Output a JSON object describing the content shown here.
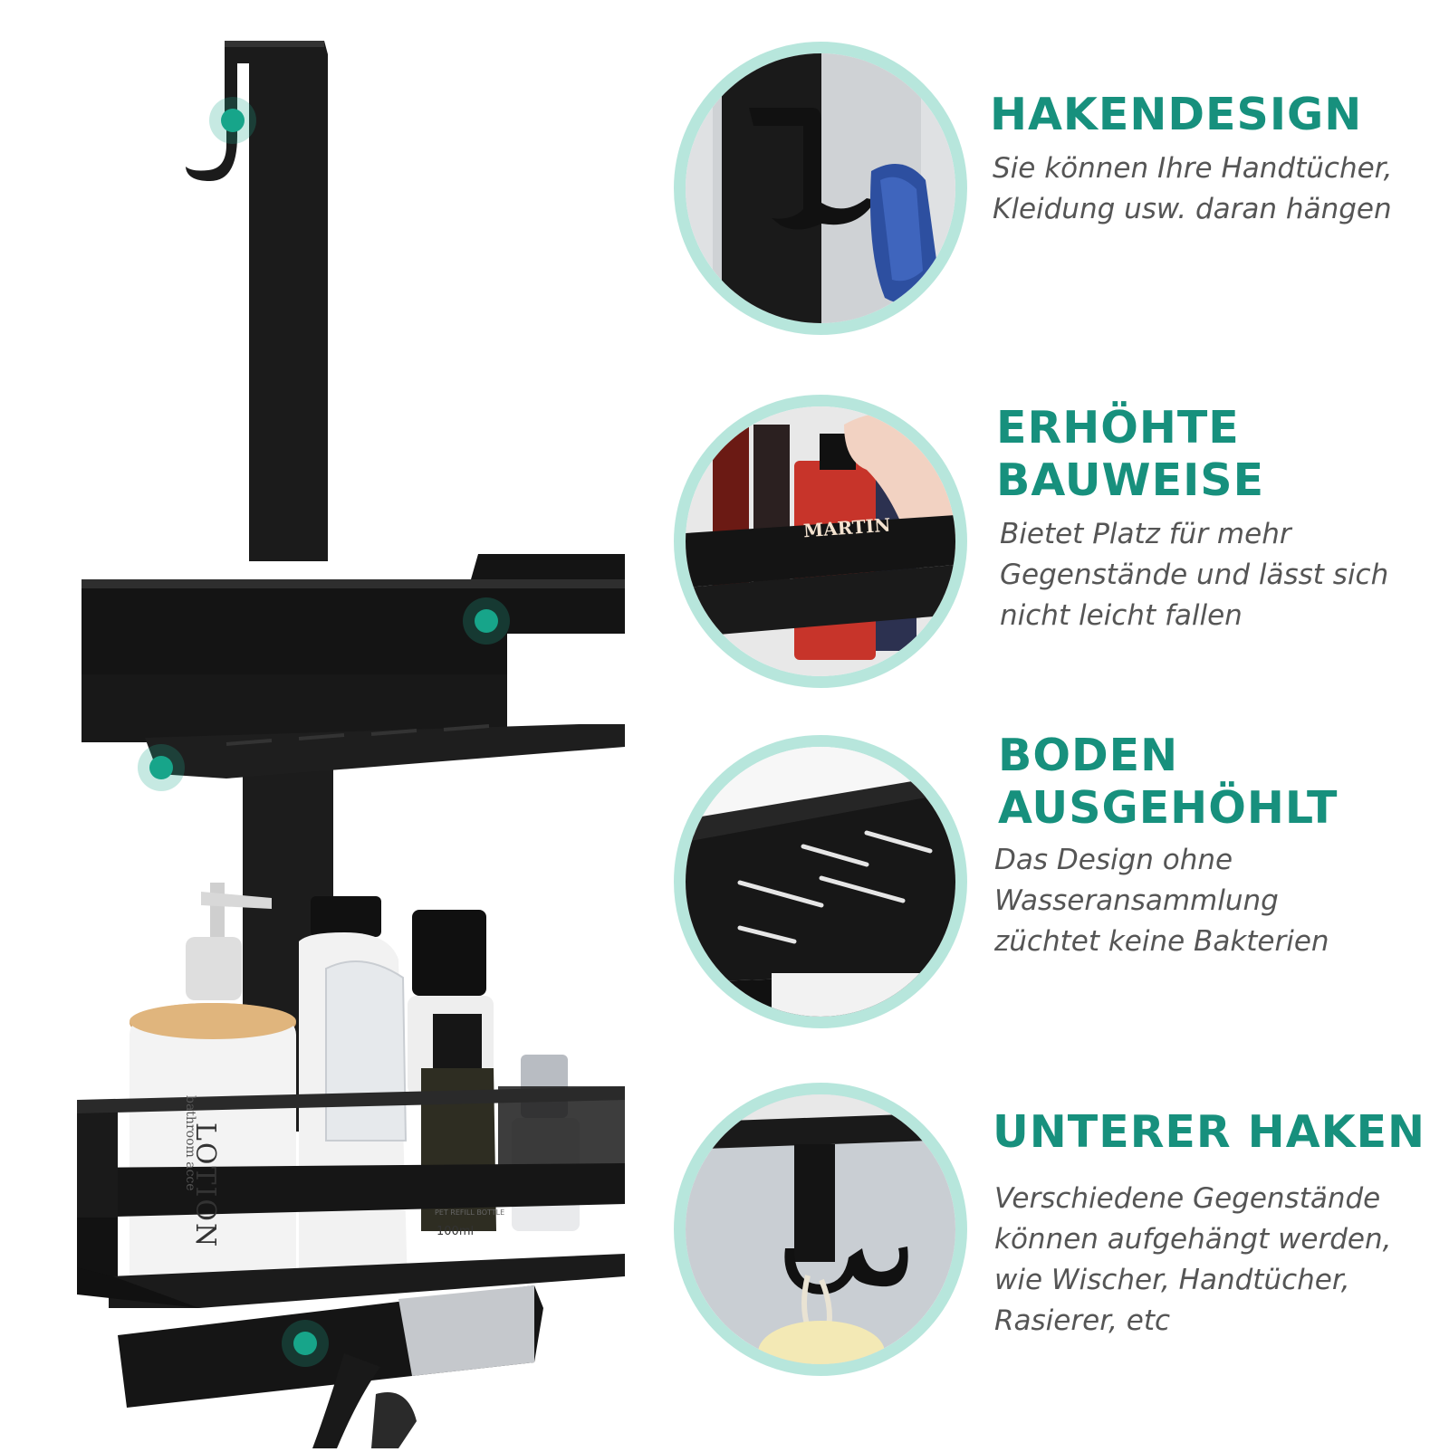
{
  "accent_color": "#17907d",
  "ring_color": "#b7e6dc",
  "product": {
    "bottle_label_lotion": "LOTION",
    "bottle_label_sub": "bathroom acce",
    "bottle_label_refill": "PET REFILL BOTTLE",
    "bottle_label_volume": "100ml"
  },
  "features": [
    {
      "title_lines": [
        "HAKENDESIGN"
      ],
      "desc_lines": [
        "Sie können Ihre Handtücher,",
        "Kleidung usw. daran hängen"
      ],
      "image": "hook-detail"
    },
    {
      "title_lines": [
        "ERHÖHTE",
        "BAUWEISE"
      ],
      "desc_lines": [
        "Bietet Platz für mehr",
        "Gegenstände und lässt sich",
        "nicht leicht fallen"
      ],
      "image": "raised-shelf-detail",
      "bottle_brand": "MARTIN"
    },
    {
      "title_lines": [
        "BODEN",
        "AUSGEHÖHLT"
      ],
      "desc_lines": [
        "Das Design ohne",
        "Wasseransammlung",
        "züchtet keine Bakterien"
      ],
      "image": "slotted-base-detail"
    },
    {
      "title_lines": [
        "UNTERER HAKEN"
      ],
      "desc_lines": [
        "Verschiedene Gegenstände",
        "können aufgehängt werden,",
        "wie Wischer, Handtücher,",
        "Rasierer, etc"
      ],
      "image": "lower-hook-detail"
    }
  ]
}
